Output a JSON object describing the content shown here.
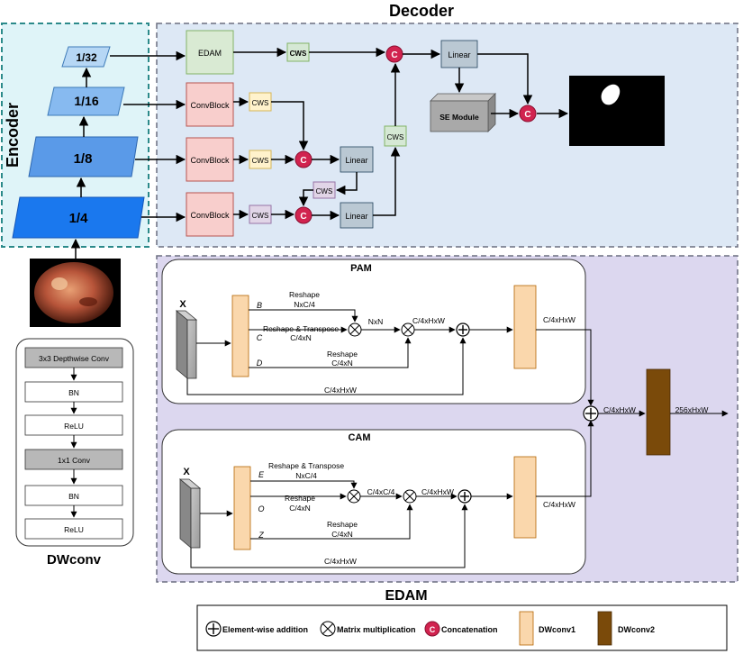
{
  "titles": {
    "decoder": "Decoder",
    "encoder": "Encoder",
    "edam": "EDAM",
    "dwconv": "DWconv"
  },
  "encoder": {
    "levels": [
      "1/32",
      "1/16",
      "1/8",
      "1/4"
    ]
  },
  "decoder": {
    "edam": "EDAM",
    "convblock": "ConvBlock",
    "cws": "CWS",
    "linear": "Linear",
    "se": "SE Module",
    "concat": "C"
  },
  "dwconv": {
    "layers": [
      "3x3 Depthwise Conv",
      "BN",
      "ReLU",
      "1x1 Conv",
      "BN",
      "ReLU"
    ]
  },
  "pam": {
    "title": "PAM",
    "x": "X",
    "b": "B",
    "c": "C",
    "d": "D",
    "l1": "Reshape",
    "l2": "NxC/4",
    "l3": "Reshape & Transpose",
    "l4": "C/4xN",
    "l5": "NxN",
    "l6": "C/4xHxW",
    "l7": "Reshape",
    "l8": "C/4xN",
    "l9": "C/4xHxW",
    "l10": "C/4xHxW"
  },
  "cam": {
    "title": "CAM",
    "x": "X",
    "e": "E",
    "o": "O",
    "z": "Z",
    "l1": "Reshape & Transpose",
    "l2": "NxC/4",
    "l3": "Reshape",
    "l4": "C/4xN",
    "l5": "C/4xC/4",
    "l6": "C/4xHxW",
    "l7": "Reshape",
    "l8": "C/4xN",
    "l9": "C/4xHxW",
    "l10": "C/4xHxW"
  },
  "merge": {
    "l1": "C/4xHxW",
    "l2": "256xHxW"
  },
  "legend": {
    "add": "Element-wise addition",
    "mul": "Matrix multiplication",
    "concat": "Concatenation",
    "dw1": "DWconv1",
    "dw2": "DWconv2",
    "c": "C"
  },
  "colors": {
    "decoder_bg": "#dde8f5",
    "encoder_bg": "#dff4f8",
    "edam_bg": "#dcd7ef",
    "teal_border": "#2b8a8a",
    "gray_border": "#6b6f80",
    "edam_block": "#d9ead3",
    "convblock": "#f8cecc",
    "cws_yellow": "#fff2cc",
    "cws_purple": "#e1d5e7",
    "cws_green": "#d5e8d4",
    "linear": "#bac8d3",
    "concat_red": "#d1234f",
    "dwconv1": "#fad7ac",
    "dwconv2": "#7a4a0a"
  }
}
